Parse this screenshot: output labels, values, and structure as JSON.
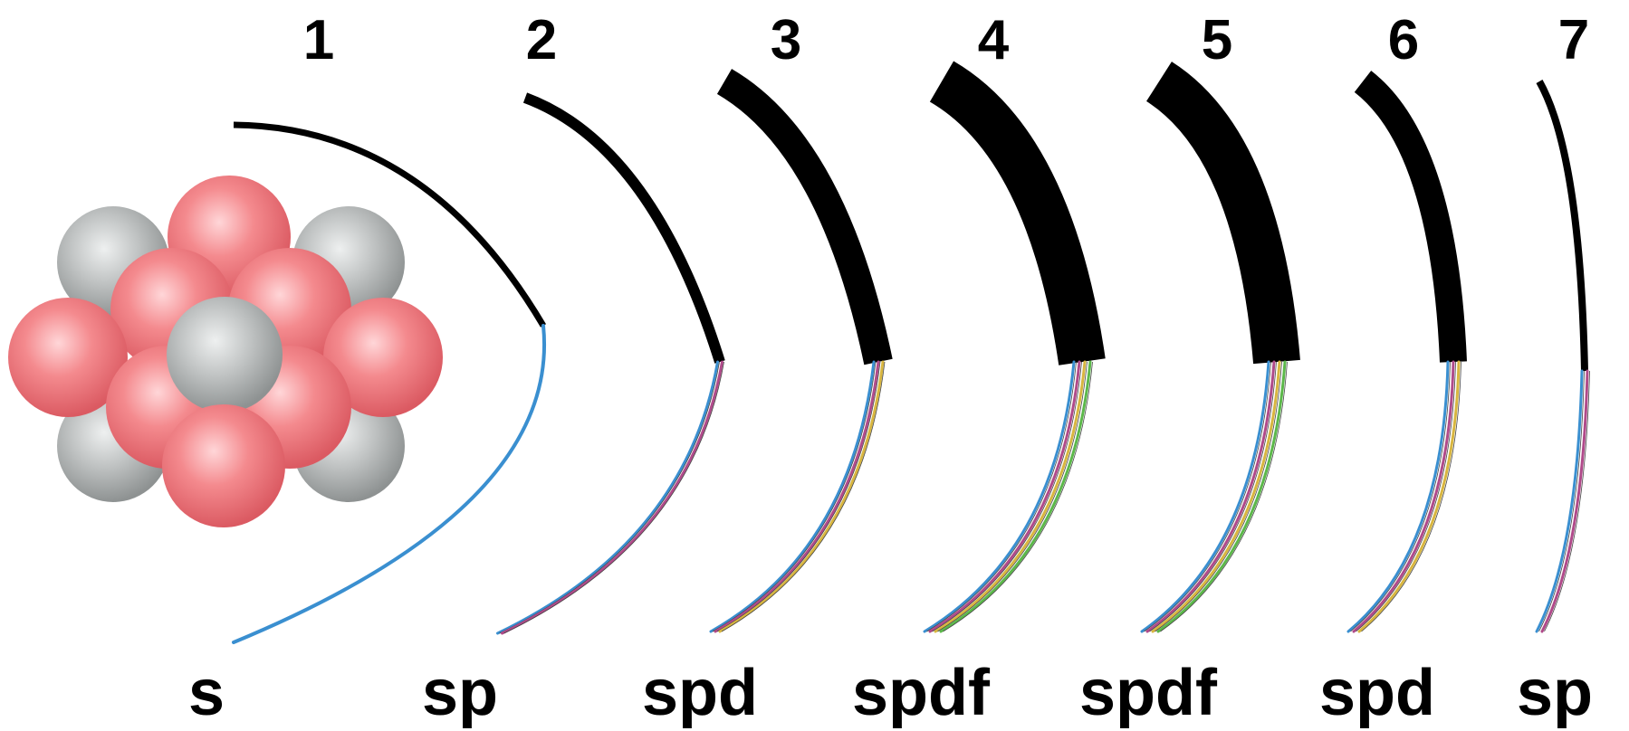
{
  "shells": [
    {
      "number": "1",
      "subshells": "s",
      "orbitals": [
        "s"
      ]
    },
    {
      "number": "2",
      "subshells": "sp",
      "orbitals": [
        "s",
        "p"
      ]
    },
    {
      "number": "3",
      "subshells": "spd",
      "orbitals": [
        "s",
        "p",
        "d"
      ]
    },
    {
      "number": "4",
      "subshells": "spdf",
      "orbitals": [
        "s",
        "p",
        "d",
        "f"
      ]
    },
    {
      "number": "5",
      "subshells": "spdf",
      "orbitals": [
        "s",
        "p",
        "d",
        "f"
      ]
    },
    {
      "number": "6",
      "subshells": "spd",
      "orbitals": [
        "s",
        "p",
        "d"
      ]
    },
    {
      "number": "7",
      "subshells": "sp",
      "orbitals": [
        "s",
        "p"
      ]
    }
  ],
  "colors": {
    "s": "#3a8fd0",
    "p": "#b04a8a",
    "d": "#d8b640",
    "f": "#5cb84a",
    "shell": "#000000",
    "proton": "#f27c80",
    "neutron": "#b3b6b6"
  }
}
